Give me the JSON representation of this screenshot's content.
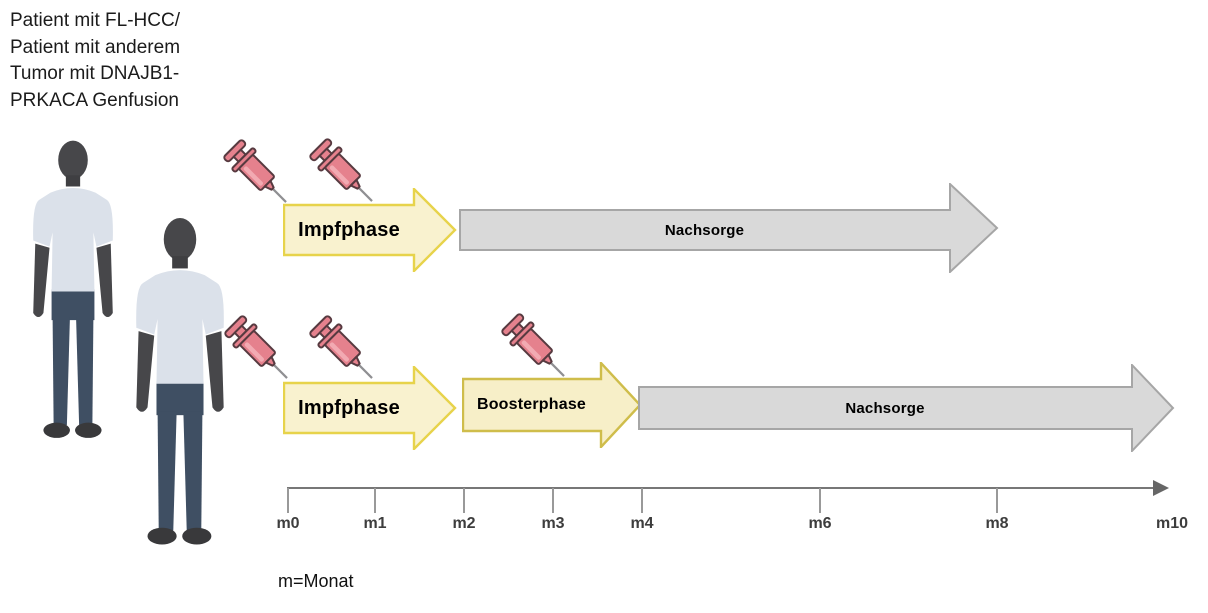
{
  "header": {
    "lines": [
      "Patient mit FL-HCC/",
      "Patient mit anderem",
      "Tumor mit DNAJB1-",
      "PRKACA Genfusion"
    ]
  },
  "figures": {
    "patient_count": 2,
    "icon": "patient-silhouette"
  },
  "rows": [
    {
      "phases": [
        {
          "label": "Impfphase",
          "start_month": "m0",
          "end_month": "m2",
          "injections": 2,
          "style": "vaccination"
        },
        {
          "label": "Nachsorge",
          "start_month": "m2",
          "end_month": "m8",
          "injections": 0,
          "style": "followup"
        }
      ]
    },
    {
      "phases": [
        {
          "label": "Impfphase",
          "start_month": "m0",
          "end_month": "m2",
          "injections": 2,
          "style": "vaccination"
        },
        {
          "label": "Boosterphase",
          "start_month": "m2",
          "end_month": "m4",
          "injections": 1,
          "style": "booster"
        },
        {
          "label": "Nachsorge",
          "start_month": "m4",
          "end_month": "m10",
          "injections": 0,
          "style": "followup"
        }
      ]
    }
  ],
  "timeline": {
    "labels": [
      "m0",
      "m1",
      "m2",
      "m3",
      "m4",
      "m6",
      "m8",
      "m10"
    ],
    "legend": "m=Monat"
  },
  "colors": {
    "phase_fill": "#f9f2cf",
    "phase_border": "#e7d34b",
    "booster_border": "#cfbd4b",
    "followup_fill": "#d9d9d9",
    "followup_border": "#a6a6a6",
    "syringe_body": "#e5818d",
    "axis": "#6e6e6e",
    "shirt": "#dbe1ea",
    "pants": "#3f4f63",
    "skin": "#47474a"
  }
}
